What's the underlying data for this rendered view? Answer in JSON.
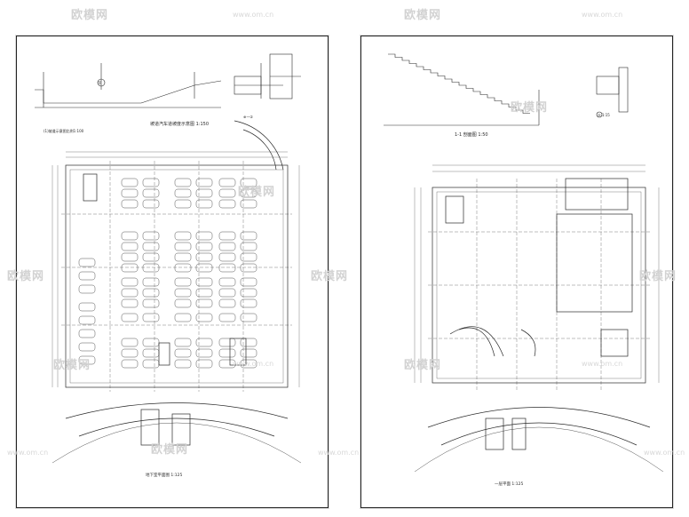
{
  "watermark": {
    "brand": "欧模网",
    "url": "www.om.cn"
  },
  "left_sheet": {
    "ramp_caption": "坡道汽车道坡度示意图 1:150",
    "ramp_note": "(1)坡道示意图比例1:100",
    "detail_1": "①",
    "detail_2": "⊕一②",
    "plan_caption": "地下室平面图 1:125"
  },
  "right_sheet": {
    "stair_caption": "1-1 剖面图 1:50",
    "detail_2": "② 1:15",
    "plan_caption": "一层平面 1:125"
  },
  "colors": {
    "line": "#2a2a2a",
    "watermark": "#d2d2d2"
  }
}
